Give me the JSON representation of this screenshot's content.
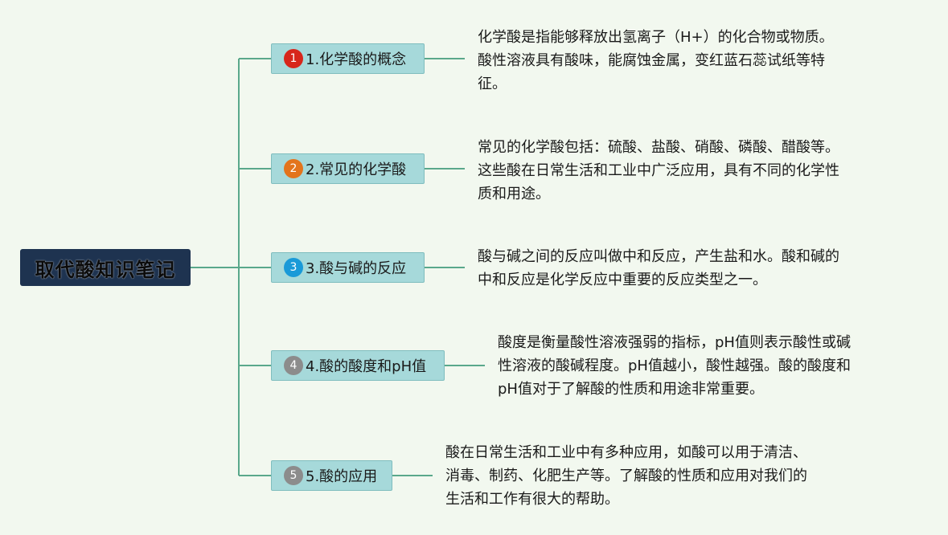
{
  "root": {
    "title": "取代酸知识笔记"
  },
  "colors": {
    "background": "#f2f8ef",
    "connector": "#5aa88b",
    "root_fill": "#1e3350",
    "branch_fill": "#a6d9da",
    "badge_red": "#d7261b",
    "badge_orange": "#e3741c",
    "badge_blue": "#1a9ad8",
    "badge_gray": "#8c8c8c"
  },
  "branches": [
    {
      "number": "1",
      "label": "1.化学酸的概念",
      "badge_color": "#d7261b",
      "description": [
        "化学酸是指能够释放出氢离子（H+）的化合物或物质。",
        "酸性溶液具有酸味，能腐蚀金属，变红蓝石蕊试纸等特",
        "征。"
      ]
    },
    {
      "number": "2",
      "label": "2.常见的化学酸",
      "badge_color": "#e3741c",
      "description": [
        "常见的化学酸包括：硫酸、盐酸、硝酸、磷酸、醋酸等。",
        "这些酸在日常生活和工业中广泛应用，具有不同的化学性",
        "质和用途。"
      ]
    },
    {
      "number": "3",
      "label": "3.酸与碱的反应",
      "badge_color": "#1a9ad8",
      "description": [
        "酸与碱之间的反应叫做中和反应，产生盐和水。酸和碱的",
        "中和反应是化学反应中重要的反应类型之一。"
      ]
    },
    {
      "number": "4",
      "label": "4.酸的酸度和pH值",
      "badge_color": "#8c8c8c",
      "description": [
        "酸度是衡量酸性溶液强弱的指标，pH值则表示酸性或碱",
        "性溶液的酸碱程度。pH值越小，酸性越强。酸的酸度和",
        "pH值对于了解酸的性质和用途非常重要。"
      ]
    },
    {
      "number": "5",
      "label": "5.酸的应用",
      "badge_color": "#8c8c8c",
      "description": [
        "酸在日常生活和工业中有多种应用，如酸可以用于清洁、",
        "消毒、制药、化肥生产等。了解酸的性质和应用对我们的",
        "生活和工作有很大的帮助。"
      ]
    }
  ]
}
